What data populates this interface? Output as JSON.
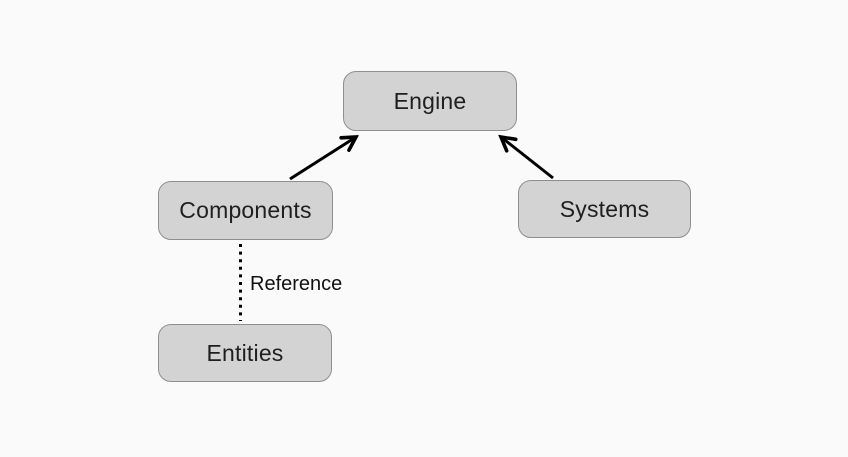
{
  "diagram": {
    "type": "flowchart",
    "nodes": [
      {
        "id": "engine",
        "label": "Engine"
      },
      {
        "id": "components",
        "label": "Components"
      },
      {
        "id": "systems",
        "label": "Systems"
      },
      {
        "id": "entities",
        "label": "Entities"
      }
    ],
    "edges": [
      {
        "from": "components",
        "to": "engine",
        "style": "solid",
        "arrowhead": "open-v"
      },
      {
        "from": "systems",
        "to": "engine",
        "style": "solid",
        "arrowhead": "open-v"
      },
      {
        "from": "components",
        "to": "entities",
        "style": "dotted",
        "arrowhead": "none",
        "label": "Reference"
      }
    ],
    "colors": {
      "background": "#fafafa",
      "node_fill": "#d3d3d3",
      "node_border": "#8f8f8f",
      "node_text": "#1f1f1f",
      "edge_stroke": "#000000",
      "edge_label_text": "#111111"
    }
  }
}
